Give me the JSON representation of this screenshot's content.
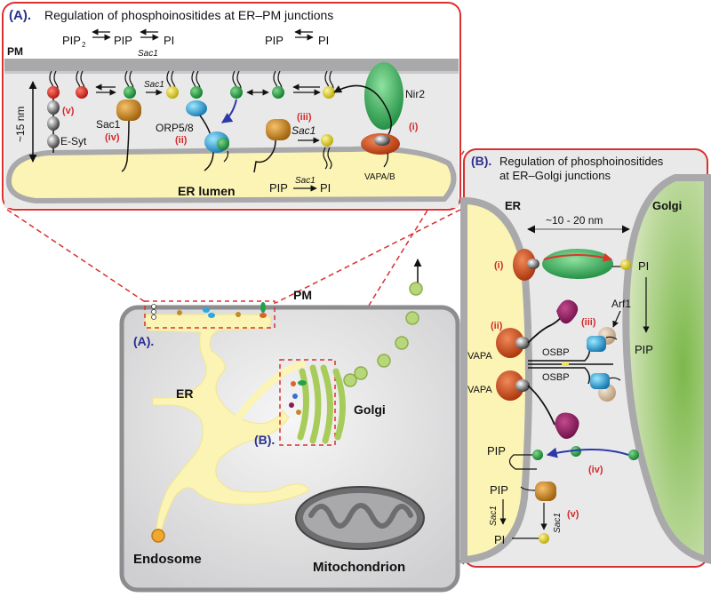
{
  "colors": {
    "frame_red": "#d93030",
    "er_yellow": "#fbf4b4",
    "golgi_green": "#a8cc5a",
    "cytosol_grey": "#e9e9ea",
    "membrane_grey": "#a9a9ab",
    "label_blue": "#2b2f8f",
    "label_red": "#d42a2a"
  },
  "panel_a": {
    "tag": "(A).",
    "title": "Regulation of phosphoinositides at ER–PM junctions",
    "pm_label": "PM",
    "eq1": {
      "left": "PIP",
      "sub": "2",
      "mid": "PIP",
      "right": "PI",
      "enzyme": "Sac1"
    },
    "eq2": {
      "left": "PIP",
      "right": "PI"
    },
    "distance": "~15 nm",
    "esyt": "E-Syt",
    "roman_v": "(v)",
    "sac1": "Sac1",
    "roman_iv": "(iv)",
    "sac1_arrow": "Sac1",
    "orp": "ORP5/8",
    "roman_ii": "(ii)",
    "roman_iii": "(iii)",
    "sac1_iii": "Sac1",
    "nir2": "Nir2",
    "roman_i": "(i)",
    "vapa": "VAPA/B",
    "lumen_eq": {
      "left": "PIP",
      "enzyme": "Sac1",
      "right": "PI"
    },
    "lumen": "ER lumen"
  },
  "cell": {
    "pm": "PM",
    "tag_a": "(A).",
    "er": "ER",
    "golgi": "Golgi",
    "tag_b": "(B).",
    "endosome": "Endosome",
    "mito": "Mitochondrion"
  },
  "panel_b": {
    "tag": "(B).",
    "title_1": "Regulation of phosphoinositides",
    "title_2": "at ER–Golgi junctions",
    "er": "ER",
    "golgi": "Golgi",
    "distance": "~10 - 20 nm",
    "roman_i": "(i)",
    "pi_top": "PI",
    "pip_right": "PIP",
    "arf1": "Arf1",
    "roman_iii": "(iii)",
    "roman_ii": "(ii)",
    "vapa_1": "VAPA",
    "vapa_2": "VAPA",
    "osbp_1": "OSBP",
    "osbp_2": "OSBP",
    "pip_left": "PIP",
    "roman_iv": "(iv)",
    "pip_low": "PIP",
    "sac1_left": "Sac1",
    "sac1_right": "Sac1",
    "roman_v": "(v)",
    "pi_low": "PI"
  }
}
